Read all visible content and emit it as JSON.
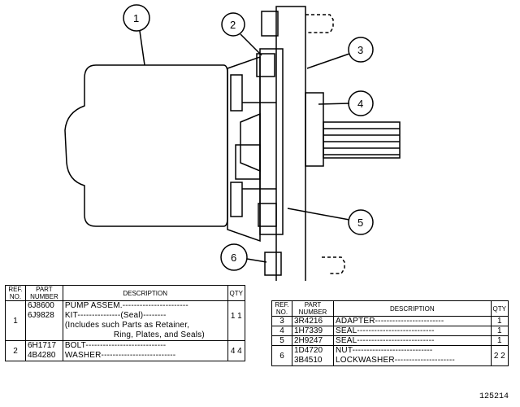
{
  "callouts": [
    "1",
    "2",
    "3",
    "4",
    "5",
    "6"
  ],
  "figure_number": "125214",
  "headers": {
    "ref_no": [
      "REF.",
      "NO."
    ],
    "part_number": [
      "PART",
      "NUMBER"
    ],
    "description": "DESCRIPTION",
    "qty": "QTY"
  },
  "left_table": {
    "groups": [
      {
        "ref": "1",
        "parts": [
          {
            "part_number": "6J8600",
            "description": "PUMP ASSEM.-----------------------",
            "qty": "1"
          },
          {
            "part_number": "6J9828",
            "description": "KIT---------------(Seal)--------",
            "qty": "1",
            "notes": [
              "(Includes such Parts as Retainer,",
              "Ring, Plates, and Seals)"
            ]
          }
        ]
      },
      {
        "ref": "2",
        "parts": [
          {
            "part_number": "6H1717",
            "description": "BOLT----------------------------",
            "qty": "4"
          },
          {
            "part_number": "4B4280",
            "description": "WASHER--------------------------",
            "qty": "4"
          }
        ]
      }
    ]
  },
  "right_table": {
    "rows": [
      {
        "ref": "3",
        "parts": [
          {
            "part_number": "3R4216",
            "description": "ADAPTER------------------------",
            "qty": "1"
          }
        ]
      },
      {
        "ref": "4",
        "parts": [
          {
            "part_number": "1H7339",
            "description": "SEAL---------------------------",
            "qty": "1"
          }
        ]
      },
      {
        "ref": "5",
        "parts": [
          {
            "part_number": "2H9247",
            "description": "SEAL---------------------------",
            "qty": "1"
          }
        ]
      },
      {
        "ref": "6",
        "parts": [
          {
            "part_number": "1D4720",
            "description": "NUT----------------------------",
            "qty": "2"
          },
          {
            "part_number": "3B4510",
            "description": "LOCKWASHER---------------------",
            "qty": "2"
          }
        ]
      }
    ]
  }
}
